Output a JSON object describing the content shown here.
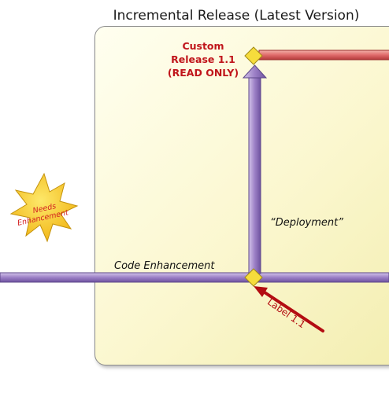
{
  "title": "Incremental Release (Latest Version)",
  "custom_release": {
    "line1": "Custom",
    "line2": "Release 1.1",
    "line3": "(READ ONLY)"
  },
  "star": {
    "line1": "Needs",
    "line2": "Enhancement"
  },
  "labels": {
    "code_enhancement": "Code Enhancement",
    "deployment": "“Deployment”",
    "label": "Label 1.1"
  },
  "colors": {
    "branch_purple": "#9b7fc4",
    "release_red": "#e06b6b",
    "arrow_red": "#b30d12",
    "diamond_yellow": "#f6dc3c",
    "star_yellow": "#f6c31f"
  }
}
